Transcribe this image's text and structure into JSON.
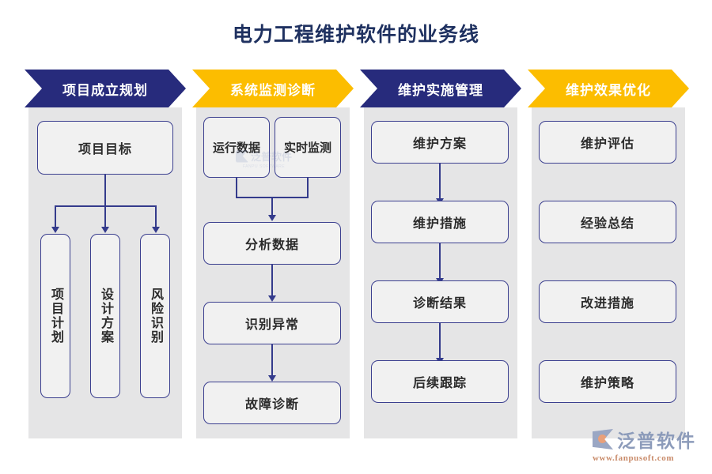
{
  "title": "电力工程维护软件的业务线",
  "colors": {
    "navy": "#272B7C",
    "amber": "#FCBD00",
    "panel_bg": "#E5E5E6",
    "box_border": "#3B3F8F",
    "box_fill": "#F1F1F1",
    "connector": "#343B8C",
    "title_text": "#1F3160"
  },
  "columns": [
    {
      "banner_label": "项目成立规划",
      "banner_style": "navy",
      "boxes": [
        {
          "label": "项目目标",
          "orientation": "horizontal"
        },
        {
          "label": "项目计划",
          "orientation": "vertical"
        },
        {
          "label": "设计方案",
          "orientation": "vertical"
        },
        {
          "label": "风险识别",
          "orientation": "vertical"
        }
      ]
    },
    {
      "banner_label": "系统监测诊断",
      "banner_style": "amber",
      "boxes": [
        {
          "label": "运行数据",
          "orientation": "horizontal"
        },
        {
          "label": "实时监测",
          "orientation": "horizontal"
        },
        {
          "label": "分析数据",
          "orientation": "horizontal"
        },
        {
          "label": "识别异常",
          "orientation": "horizontal"
        },
        {
          "label": "故障诊断",
          "orientation": "horizontal"
        }
      ]
    },
    {
      "banner_label": "维护实施管理",
      "banner_style": "navy",
      "boxes": [
        {
          "label": "维护方案",
          "orientation": "horizontal"
        },
        {
          "label": "维护措施",
          "orientation": "horizontal"
        },
        {
          "label": "诊断结果",
          "orientation": "horizontal"
        },
        {
          "label": "后续跟踪",
          "orientation": "horizontal"
        }
      ]
    },
    {
      "banner_label": "维护效果优化",
      "banner_style": "amber",
      "boxes": [
        {
          "label": "维护评估",
          "orientation": "horizontal"
        },
        {
          "label": "经验总结",
          "orientation": "horizontal"
        },
        {
          "label": "改进措施",
          "orientation": "horizontal"
        },
        {
          "label": "维护策略",
          "orientation": "horizontal"
        }
      ]
    }
  ],
  "brand": {
    "name": "泛普软件",
    "url": "www.fanpusoft.com"
  },
  "watermark": {
    "name": "泛普软件",
    "sub": "FANPU SOFTWARE"
  }
}
